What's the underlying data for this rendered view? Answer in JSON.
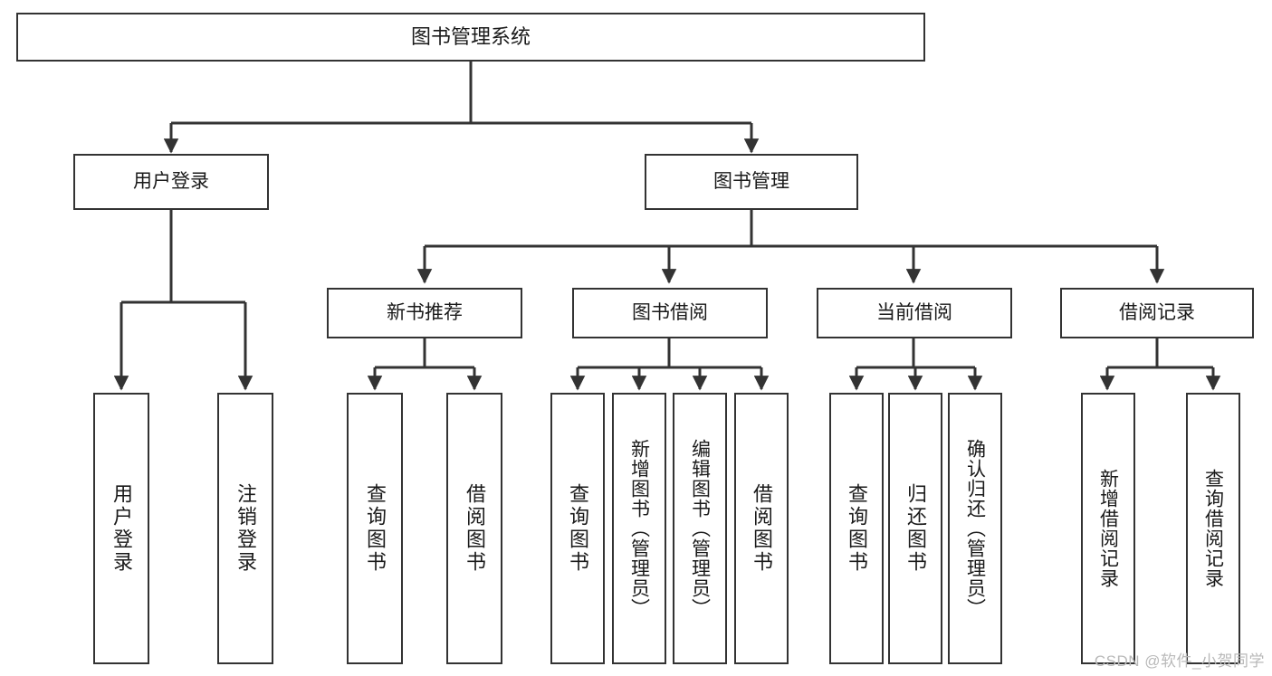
{
  "diagram": {
    "title": "图书管理系统",
    "type": "tree-hierarchy",
    "watermark": "CSDN @软件_小贺同学",
    "colors": {
      "node_border": "#333333",
      "node_fill": "#ffffff",
      "edge": "#333333",
      "text": "#1a1a1a",
      "watermark": "#b9b9b9"
    },
    "nodes": {
      "root": {
        "label": "图书管理系统"
      },
      "level2": [
        {
          "id": "user-login",
          "label": "用户登录"
        },
        {
          "id": "book-manage",
          "label": "图书管理"
        }
      ],
      "level3": [
        {
          "id": "new-book-recommend",
          "label": "新书推荐"
        },
        {
          "id": "book-borrow",
          "label": "图书借阅"
        },
        {
          "id": "current-borrow",
          "label": "当前借阅"
        },
        {
          "id": "borrow-record",
          "label": "借阅记录"
        }
      ],
      "leaves": {
        "user_login": [
          {
            "id": "leaf-user-login",
            "label": "用户登录"
          },
          {
            "id": "leaf-logout-login",
            "label": "注销登录"
          }
        ],
        "new_book_recommend": [
          {
            "id": "leaf-query-book-1",
            "label": "查询图书"
          },
          {
            "id": "leaf-borrow-book-1",
            "label": "借阅图书"
          }
        ],
        "book_borrow": [
          {
            "id": "leaf-query-book-2",
            "label": "查询图书"
          },
          {
            "id": "leaf-add-book",
            "label": "新增图书（管理员）"
          },
          {
            "id": "leaf-edit-book",
            "label": "编辑图书（管理员）"
          },
          {
            "id": "leaf-borrow-book-2",
            "label": "借阅图书"
          }
        ],
        "current_borrow": [
          {
            "id": "leaf-query-book-3",
            "label": "查询图书"
          },
          {
            "id": "leaf-return-book",
            "label": "归还图书"
          },
          {
            "id": "leaf-confirm-return",
            "label": "确认归还（管理员）"
          }
        ],
        "borrow_record": [
          {
            "id": "leaf-add-borrow-record",
            "label": "新增借阅记录"
          },
          {
            "id": "leaf-query-borrow-record",
            "label": "查询借阅记录"
          }
        ]
      }
    }
  }
}
